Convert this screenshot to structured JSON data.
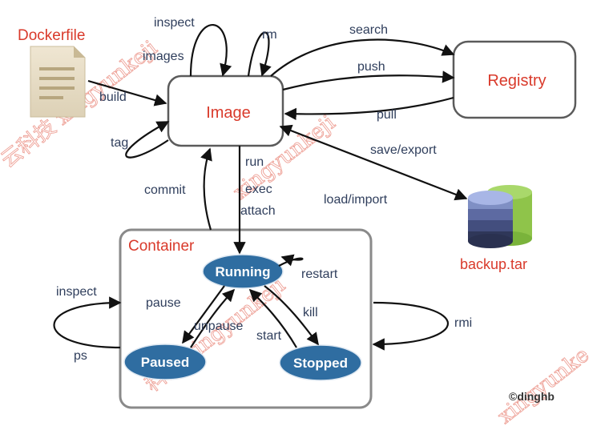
{
  "colors": {
    "accent_red": "#d93a2b",
    "state_fill": "#2f6da1",
    "label_text": "#2f3e5c",
    "box_stroke": "#5b5b5b",
    "container_stroke": "#8a8a8a"
  },
  "nodes": {
    "dockerfile": "Dockerfile",
    "image": "Image",
    "registry": "Registry",
    "backup": "backup.tar",
    "container": "Container",
    "running": "Running",
    "paused": "Paused",
    "stopped": "Stopped"
  },
  "edges": {
    "inspect_image": "inspect",
    "images": "images",
    "rm": "rm",
    "search": "search",
    "push": "push",
    "pull": "pull",
    "build": "build",
    "tag": "tag",
    "save_export": "save/export",
    "load_import": "load/import",
    "commit": "commit",
    "run": "run",
    "exec": "exec",
    "attach": "attach",
    "restart": "restart",
    "inspect_container": "inspect",
    "ps": "ps",
    "pause": "pause",
    "unpause": "unpause",
    "start": "start",
    "kill": "kill",
    "rmi": "rmi"
  },
  "credit": "©dinghb",
  "watermarks": [
    "云科技 xingyunkeji",
    "xingyunkeji",
    "科技 xingyunkeji",
    "xingyunke"
  ],
  "icons": {
    "dockerfile": "document-icon",
    "backup": "database-icon"
  }
}
